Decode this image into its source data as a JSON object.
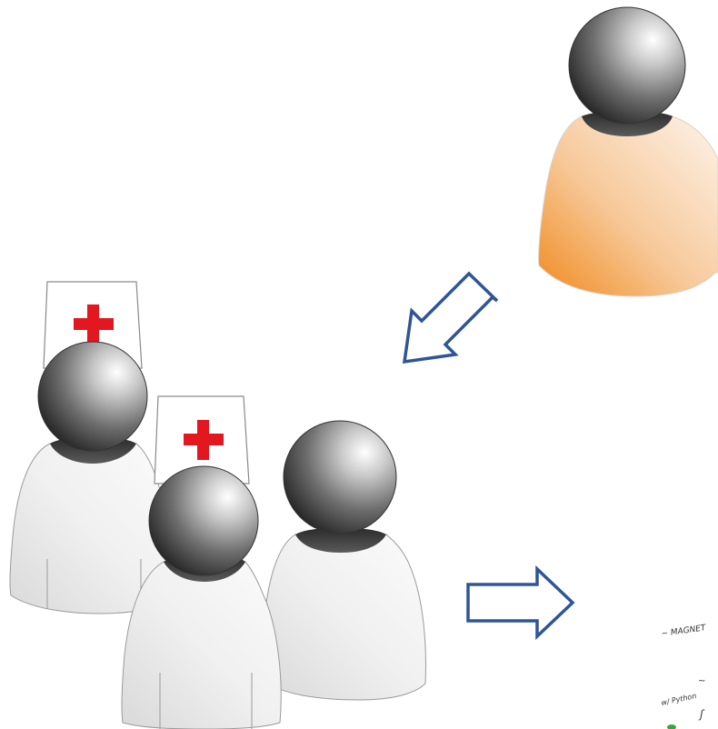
{
  "scene": {
    "patient": {
      "label": "patient-figure",
      "body_color": "#f2a14a"
    },
    "medical_team": {
      "members": [
        {
          "role": "nurse",
          "cap_cross": "+"
        },
        {
          "role": "nurse",
          "cap_cross": "+"
        },
        {
          "role": "staff"
        }
      ],
      "cross_color": "#e3171f"
    },
    "arrows": {
      "color": "#2f5597",
      "items": [
        {
          "direction": "down-left",
          "icon": "arrow-down-left-icon"
        },
        {
          "direction": "right",
          "icon": "arrow-right-icon"
        }
      ]
    },
    "sketch": {
      "line1": "~ MAGNET",
      "line2": "w/ Python",
      "mark1": "~",
      "mark2": "ʃ"
    }
  }
}
